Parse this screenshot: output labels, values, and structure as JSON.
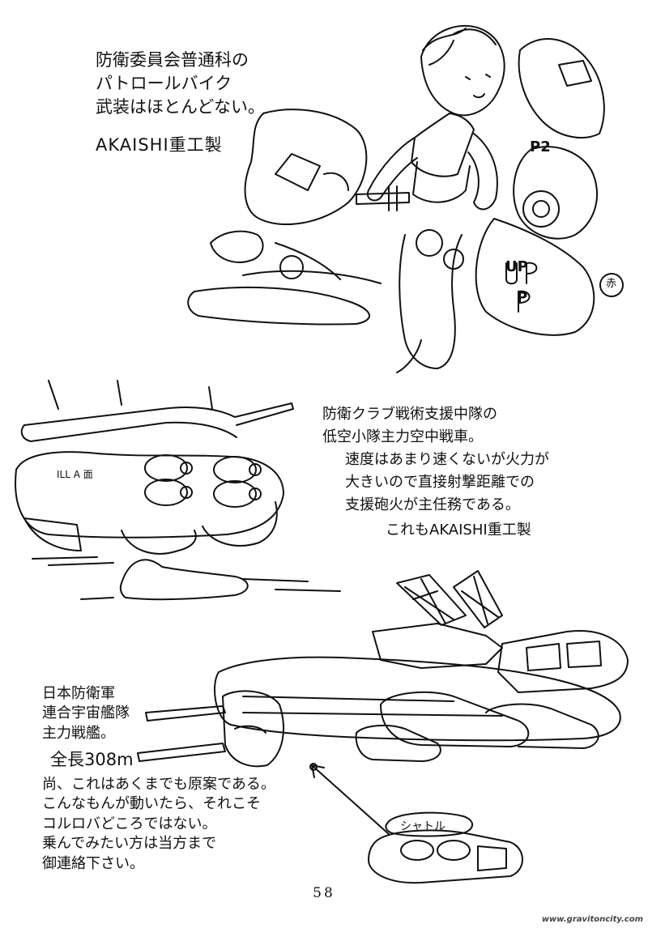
{
  "notes": {
    "patrol_bike": {
      "lines": [
        "防衛委員会普通科の",
        "パトロールバイク",
        "武装はほとんどない。"
      ],
      "maker": "AKAISHI重工製"
    },
    "air_tank": {
      "lines": [
        "防衛クラブ戦術支援中隊の",
        "低空小隊主力空中戦車。"
      ],
      "body": [
        "速度はあまり速くないが火力が",
        "大きいので直接射撃距離での",
        "支援砲火が主任務である。"
      ],
      "maker": "これもAKAISHI重工製"
    },
    "battleship": {
      "lines": [
        "日本防衛軍",
        "連合宇宙艦隊",
        "主力戦艦。"
      ],
      "length": "全長308m",
      "body": [
        "尚、これはあくまでも原案である。",
        "こんなもんが動いたら、それこそ",
        "コルロバどころではない。",
        "乗んでみたい方は当方まで",
        "御連絡下さい。"
      ]
    }
  },
  "sketch_labels": {
    "bike_badge": "P2",
    "bike_side_top": "UP",
    "bike_side_bottom": "P",
    "bike_signature": "赤",
    "tank_marking": "ILL A 面",
    "shuttle": "シャトル"
  },
  "page_number": "58",
  "watermark": "www.gravitoncity.com"
}
